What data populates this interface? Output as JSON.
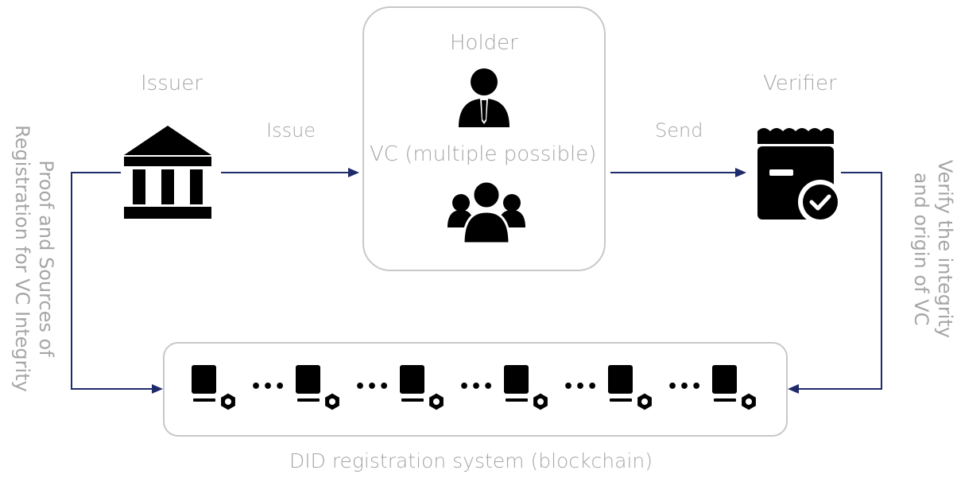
{
  "holder": {
    "title": "Holder",
    "vc_label": "VC (multiple possible)"
  },
  "issuer": {
    "title": "Issuer"
  },
  "verifier": {
    "title": "Verifier"
  },
  "arrows": {
    "issue_label": "Issue",
    "send_label": "Send"
  },
  "left_note": {
    "line1": "Proof and Sources of",
    "line2": "Registration for VC Integrity"
  },
  "right_note": {
    "line1": "Verify the integrity",
    "line2": "and origin of VC"
  },
  "blockchain": {
    "caption": "DID registration system (blockchain)",
    "node_count": 6,
    "separator": "•••"
  },
  "colors": {
    "line": "#1f2a6b",
    "icon": "#000000",
    "text": "#a6a6a6",
    "box_border": "#c8c8c8"
  },
  "icons": {
    "issuer": "bank-icon",
    "holder": "businessman-icon",
    "group": "group-icon",
    "verifier": "verified-document-icon",
    "node": "blockchain-node-icon"
  }
}
